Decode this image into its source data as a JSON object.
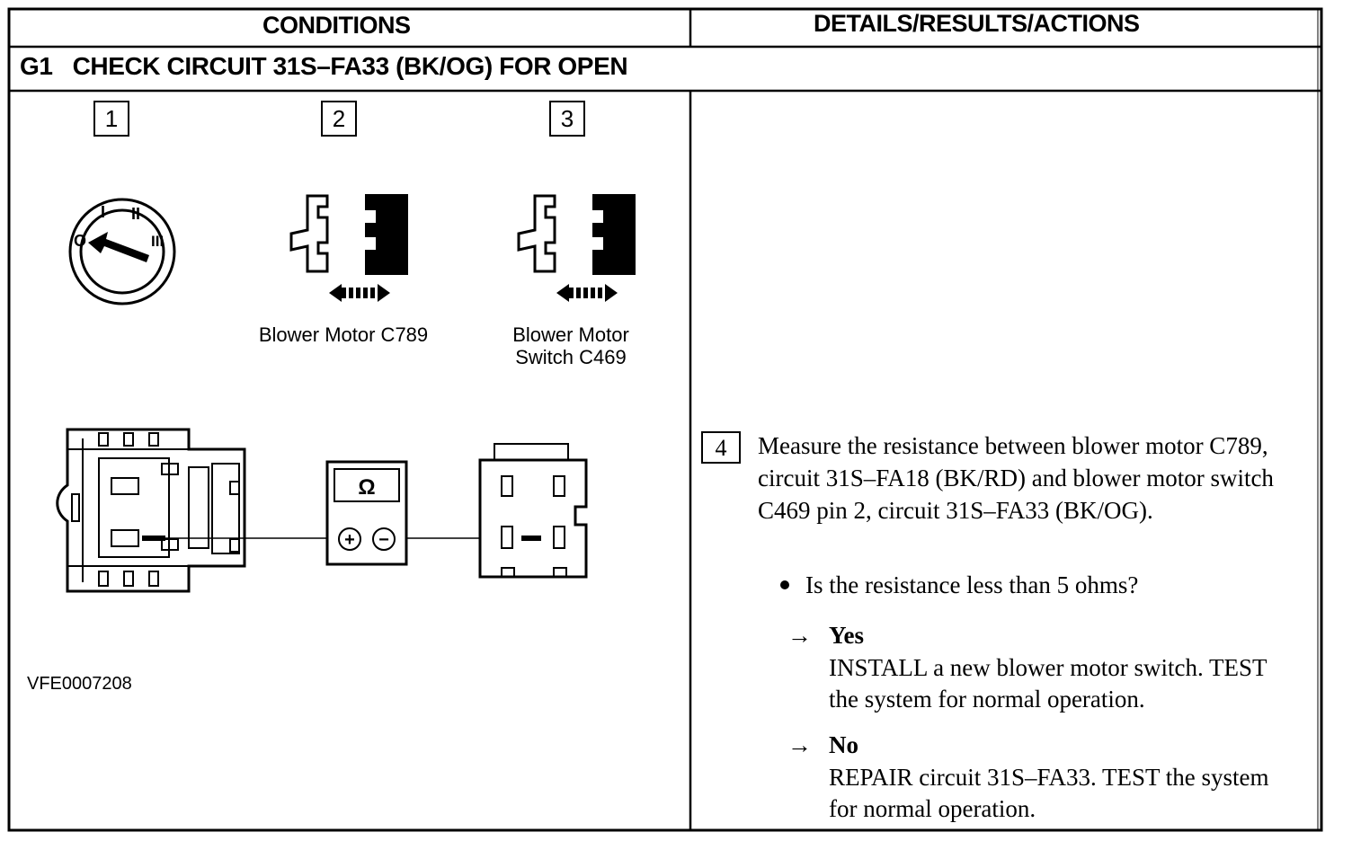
{
  "headers": {
    "conditions": "CONDITIONS",
    "details": "DETAILS/RESULTS/ACTIONS"
  },
  "step": {
    "code": "G1",
    "title": "CHECK CIRCUIT 31S–FA33 (BK/OG) FOR OPEN"
  },
  "illustration": {
    "step_numbers": [
      "1",
      "2",
      "3"
    ],
    "ignition_positions": [
      "O",
      "I",
      "II",
      "III"
    ],
    "captions": {
      "blower_motor": "Blower Motor C789",
      "blower_switch_line1": "Blower Motor",
      "blower_switch_line2": "Switch C469"
    },
    "meter_symbol": "Ω",
    "meter_plus": "+",
    "meter_minus": "−",
    "figure_id": "VFE0007208"
  },
  "action": {
    "step_number": "4",
    "text": "Measure the resistance between blower motor C789, circuit 31S–FA18 (BK/RD) and blower motor switch C469 pin 2, circuit 31S–FA33 (BK/OG).",
    "question": "Is the resistance less than 5 ohms?",
    "arrow_symbol": "→",
    "yes": {
      "label": "Yes",
      "text": "INSTALL a new blower motor switch. TEST the system for normal operation."
    },
    "no": {
      "label": "No",
      "text": "REPAIR circuit 31S–FA33. TEST the system for normal operation."
    }
  }
}
